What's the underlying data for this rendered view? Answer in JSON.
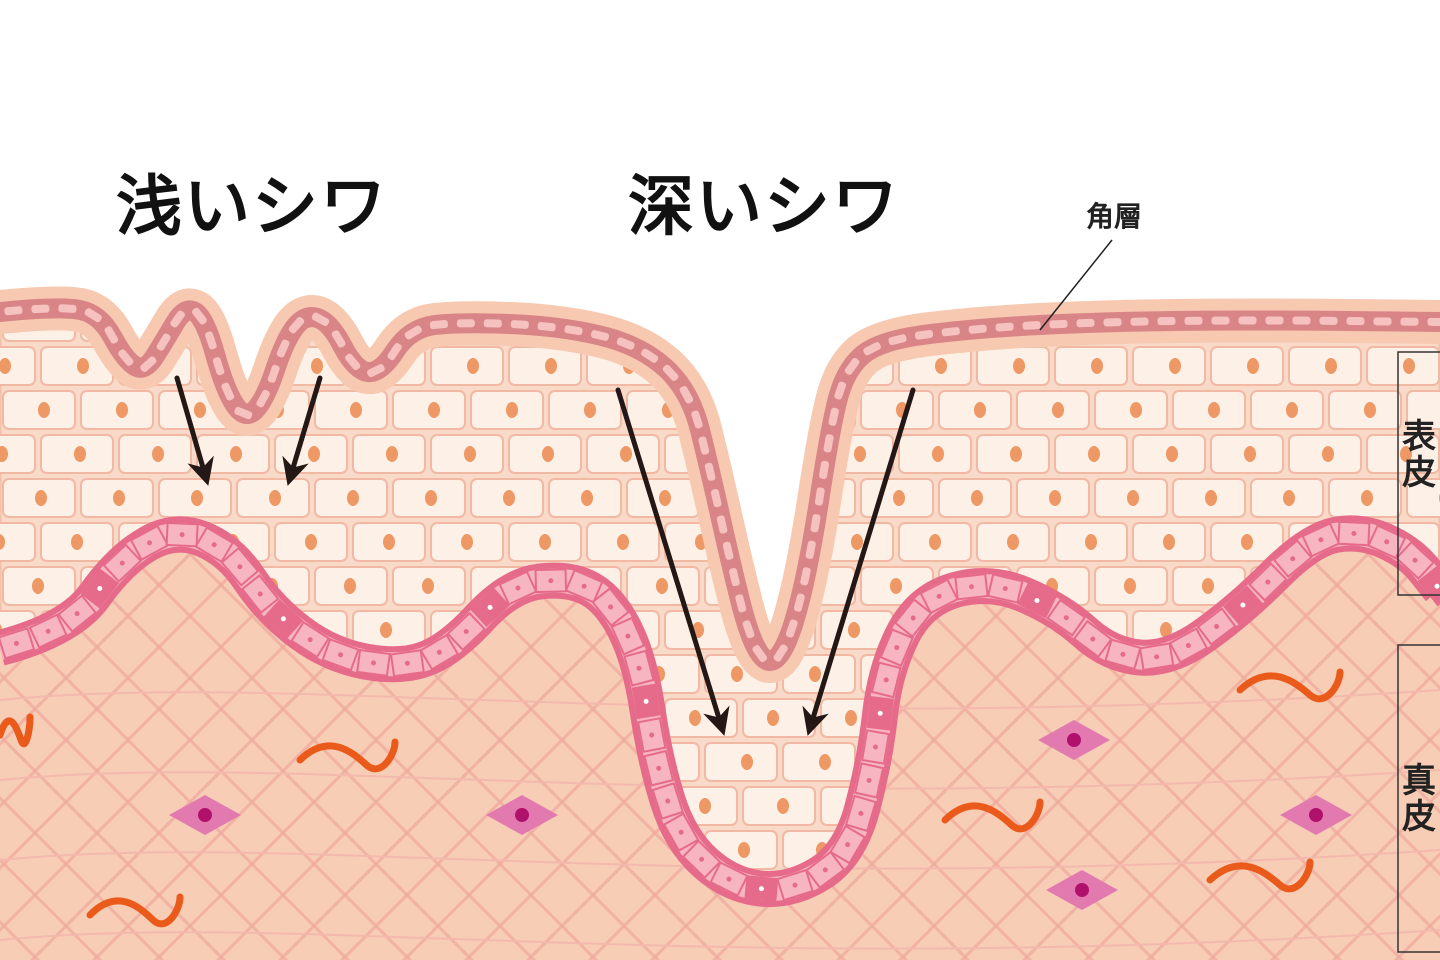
{
  "labels": {
    "shallow_wrinkle": "浅いシワ",
    "deep_wrinkle": "深いシワ",
    "stratum_corneum": "角層",
    "epidermis_line1": "表",
    "epidermis_line2": "皮",
    "dermis_line1": "真",
    "dermis_line2": "皮"
  },
  "colors": {
    "background": "#ffffff",
    "dermis": "#f7cdb5",
    "dermis_fibers": "#efa99f",
    "epidermis_fill": "#f9d9c8",
    "epidermis_cell": "#fdf0e6",
    "cell_nucleus": "#ee9866",
    "corneum_fill": "#d98587",
    "corneum_cell": "#f5c2bf",
    "basal_fill": "#e66b8a",
    "basal_cell": "#f7b4c1",
    "fibroblast": "#e27ab0",
    "fibroblast_core": "#b0126b",
    "elastin": "#ea5a1b",
    "arrow": "#231815"
  }
}
